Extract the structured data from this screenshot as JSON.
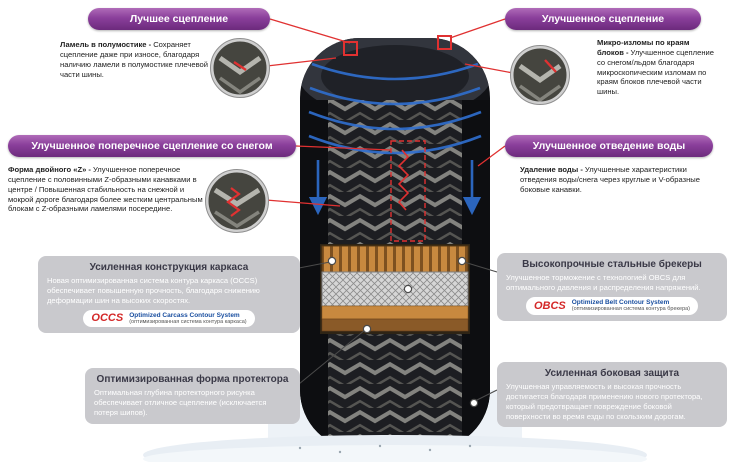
{
  "callouts": [
    {
      "title": "Лучшее сцепление",
      "lead": "Ламель в полумостике -",
      "rest": "Сохраняет сцепление даже при износе, благодаря наличию ламели в полумостике плечевой части шины."
    },
    {
      "title": "Улучшенное сцепление",
      "lead": "Микро-изломы по краям блоков -",
      "rest": "Улучшенное сцепление со снегом/льдом благодаря микроскопическим изломам по краям блоков плечевой части шины."
    },
    {
      "title": "Улучшенное поперечное сцепление со снегом",
      "lead": "Форма двойного «Z» -",
      "rest": "Улучшенное поперечное сцепление с половинными Z-образными канавками в центре / Повышенная стабильность на снежной и мокрой дороге благодаря более жестким центральным блокам с Z-образными ламелями посередине."
    },
    {
      "title": "Улучшенное отведение воды",
      "lead": "Удаление воды -",
      "rest": "Улучшенные характеристики отведения воды/снега через круглые и V-образные боковые канавки."
    }
  ],
  "boxes": [
    {
      "title": "Усиленная конструкция каркаса",
      "body": "Новая оптимизированная система контура каркаса (OCCS) обеспечивает повышенную прочность, благодаря снижению деформации шин на высоких скоростях.",
      "logo_main": "OCCS",
      "logo_sub": "Optimized Carcass Contour System",
      "logo_note": "(оптимизированная система контура каркаса)"
    },
    {
      "title": "Высокопрочные стальные брекеры",
      "body": "Улучшенное торможение с технологией OBCS для оптимального давления и распределения напряжений.",
      "logo_main": "OBCS",
      "logo_sub": "Optimized Belt Contour System",
      "logo_note": "(оптимизированная система контура брекера)"
    },
    {
      "title": "Оптимизированная форма протектора",
      "body": "Оптимальная глубина протекторного рисунка обеспечивает отличное сцепление (исключается потеря шипов)."
    },
    {
      "title": "Усиленная боковая защита",
      "body": "Улучшенная управляемость и высокая прочность достигается благодаря применению нового протектора, который предотвращает повреждение боковой поверхности во время езды по скользким дорогам."
    }
  ],
  "colors": {
    "accent_purple": "#8a3f9b",
    "accent_red": "#e03131",
    "accent_blue": "#2f6fd0",
    "logo_red": "#d42828",
    "logo_blue": "#1a4fa0"
  }
}
